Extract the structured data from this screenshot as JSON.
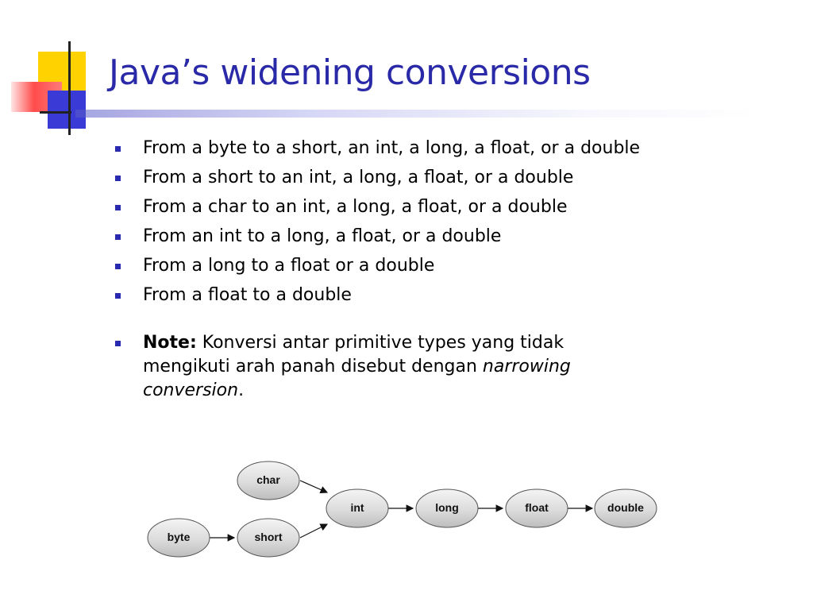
{
  "slide": {
    "title": "Java’s widening conversions"
  },
  "bullets": [
    {
      "text": "From a byte to a short, an int, a long, a float, or a double"
    },
    {
      "text": "From a short to an int, a long, a float, or a double"
    },
    {
      "text": "From a char to an int, a long, a float, or a double"
    },
    {
      "text": "From an int to a long, a float, or a double"
    },
    {
      "text": "From a long to a float or a double"
    },
    {
      "text": "From a float to a double"
    }
  ],
  "note": {
    "label": "Note:",
    "text_before": " Konversi antar primitive types yang tidak mengikuti arah panah disebut dengan ",
    "emphasis": "narrowing conversion",
    "text_after": "."
  },
  "diagram": {
    "nodes": {
      "char": "char",
      "byte": "byte",
      "short": "short",
      "int": "int",
      "long": "long",
      "float": "float",
      "double": "double"
    },
    "edges": [
      [
        "char",
        "int"
      ],
      [
        "byte",
        "short"
      ],
      [
        "short",
        "int"
      ],
      [
        "int",
        "long"
      ],
      [
        "long",
        "float"
      ],
      [
        "float",
        "double"
      ]
    ]
  },
  "colors": {
    "title": "#2a2aa8",
    "bullet_marker": "#2a2ab0",
    "logo_yellow": "#ffd200",
    "logo_red": "#ff4b4b",
    "logo_blue": "#3a3ad6"
  }
}
